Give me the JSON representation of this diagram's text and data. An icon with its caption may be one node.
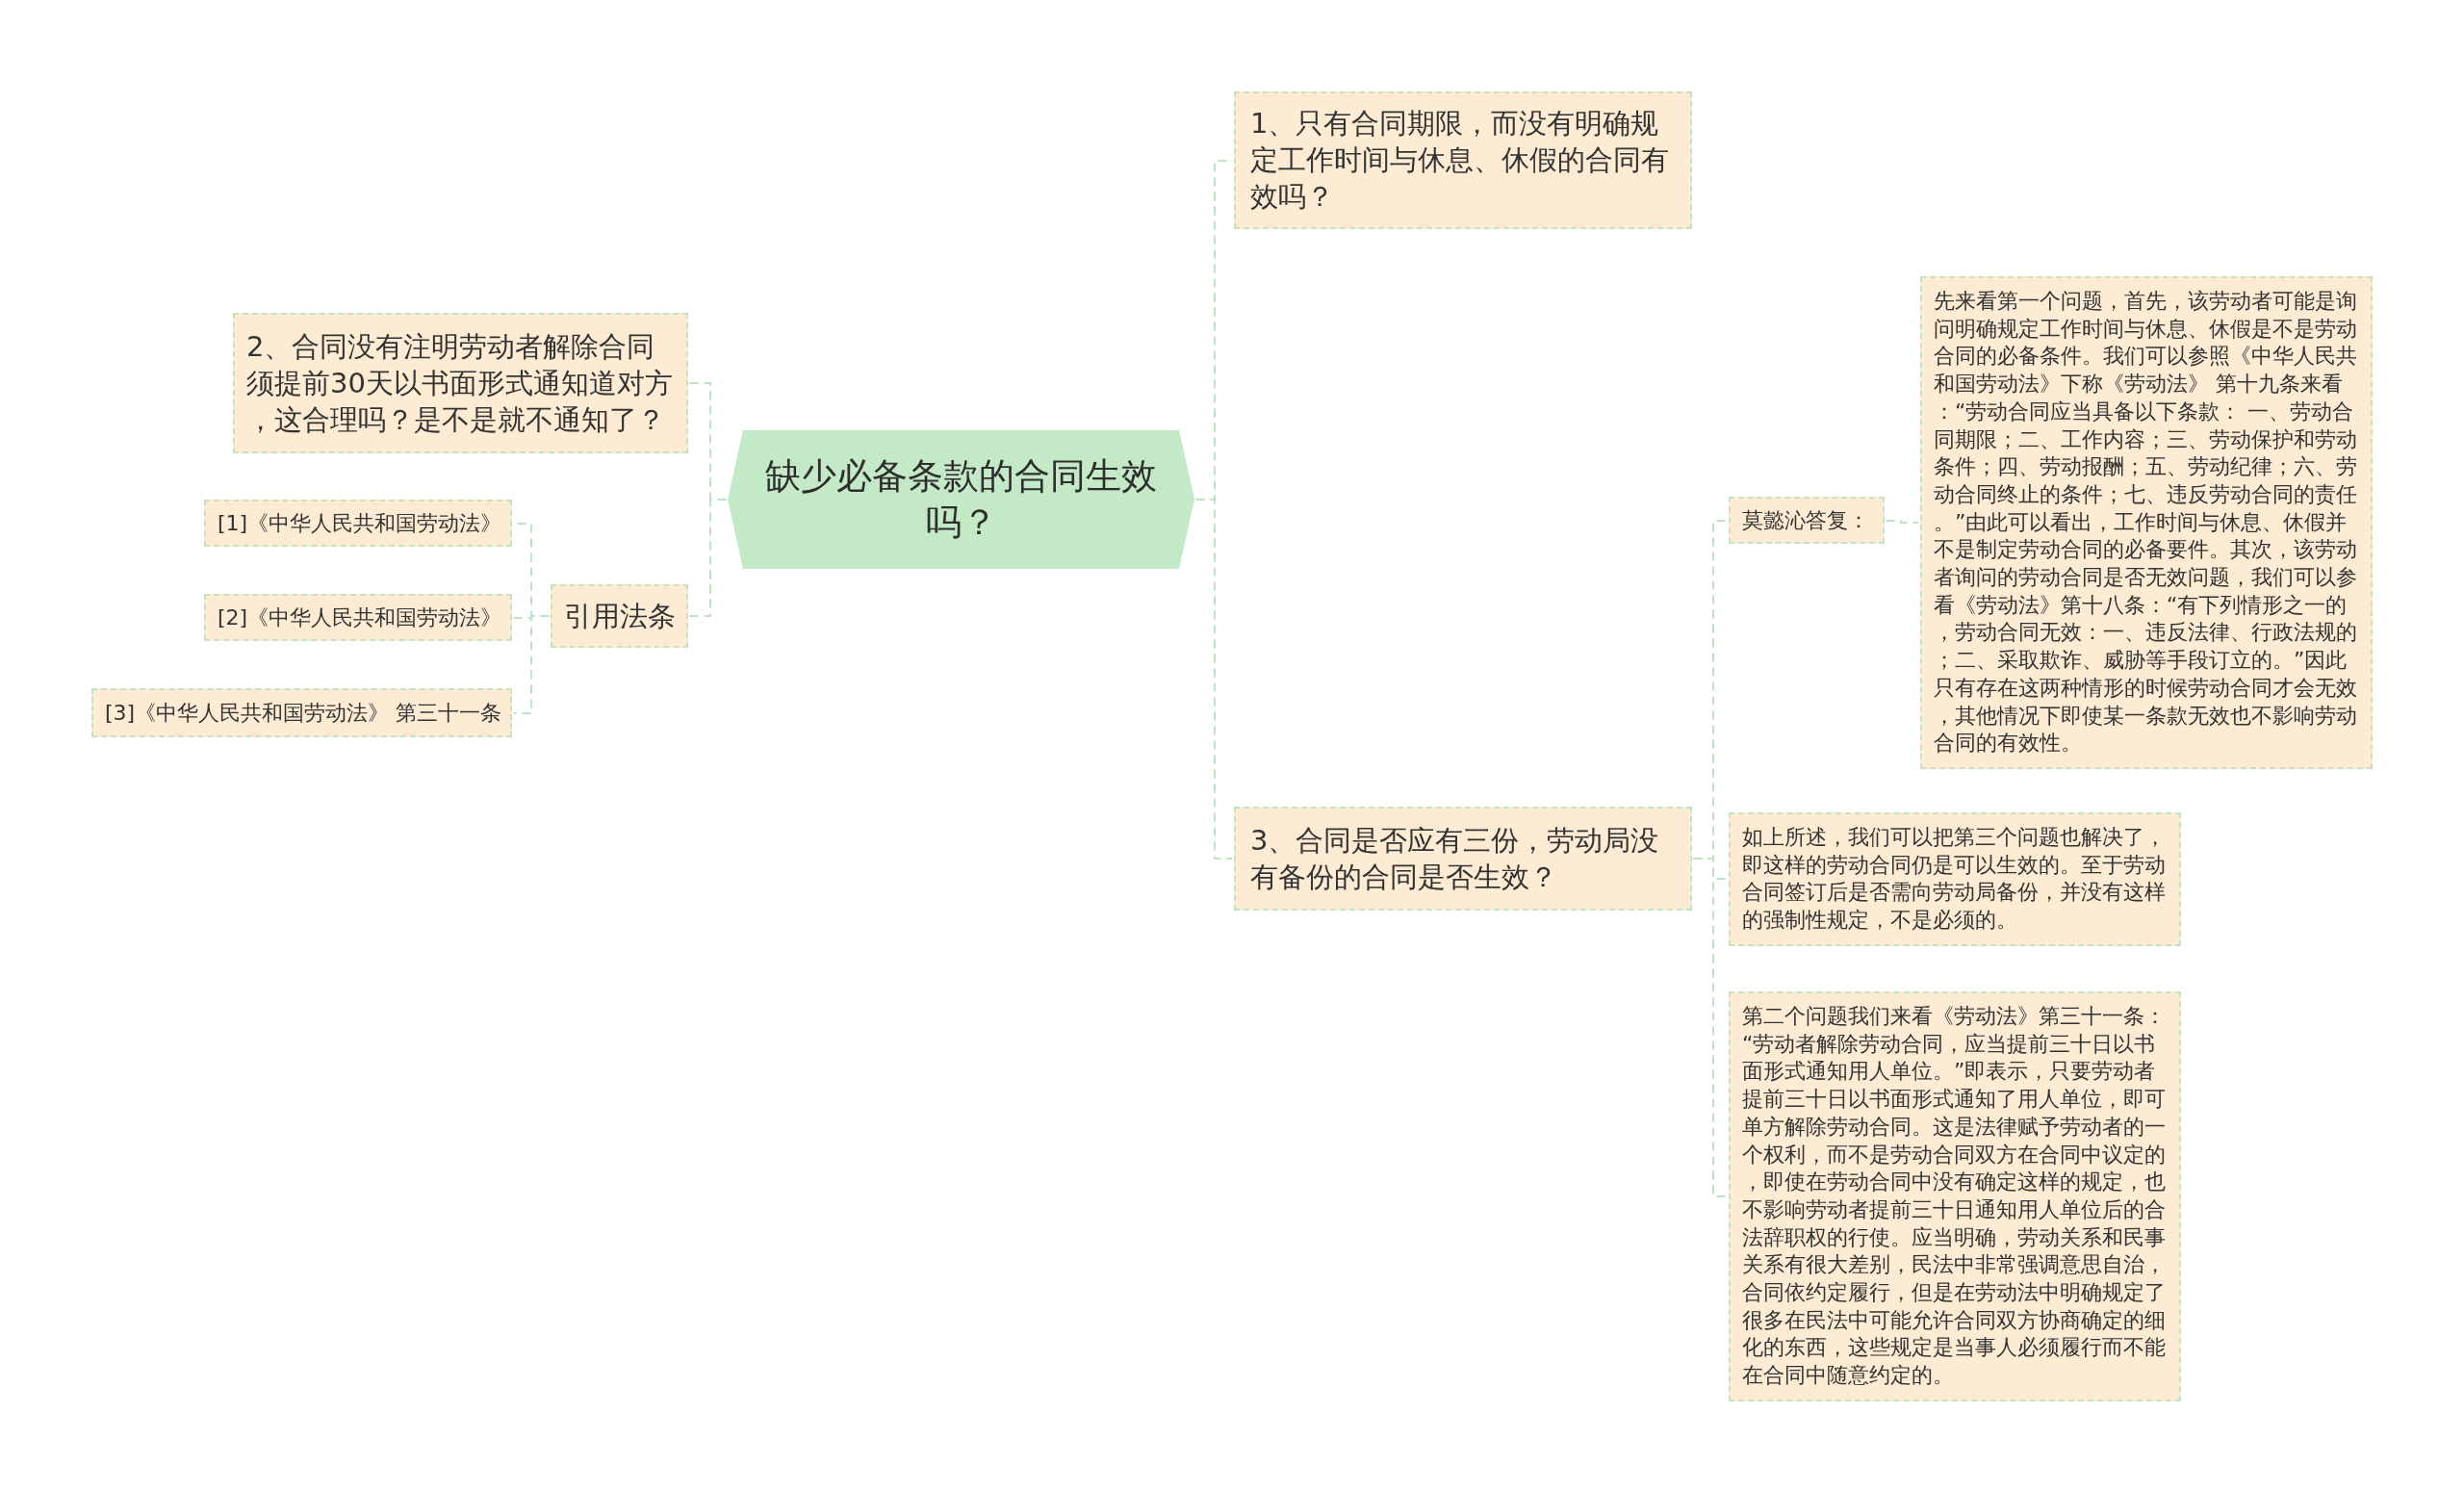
{
  "diagram": {
    "nodes": [
      {
        "text": [
          "缺少必备条款的合同生效吗？"
        ]
      },
      {
        "text": [
          "1、只有合同期限，而没有明确规定工作时间与休息、休假的合同有效吗？"
        ]
      },
      {
        "text": [
          "3、合同是否应有三份，劳动局没有备份的合同是否生效？"
        ]
      },
      {
        "text": [
          "莫懿沁答复："
        ]
      },
      {
        "text": [
          "先来看第一个问题，首先，该劳动者可能是询问明确规定工作时间与休息、休假是不是劳动合同的必备条件。我们可以参照《中华人民共和国劳动法》下称《劳动法》 第十九条来看：“劳动合同应当具备以下条款： 一、劳动合同期限；二、工作内容；三、劳动保护和劳动条件；四、劳动报酬；五、劳动纪律；六、劳动合同终止的条件；七、违反劳动合同的责任。”由此可以看出，工作时间与休息、休假并不是制定劳动合同的必备要件。其次，该劳动者询问的劳动合同是否无效问题，我们可以参看《劳动法》第十八条：“有下列情形之一的，劳动合同无效：一、违反法律、行政法规的；二、采取欺诈、威胁等手段订立的。”因此只有存在这两种情形的时候劳动合同才会无效，其他情况下即使某一条款无效也不影响劳动合同的有效性。"
        ]
      },
      {
        "text": [
          "如上所述，我们可以把第三个问题也解决了，即这样的劳动合同仍是可以生效的。至于劳动合同签订后是否需向劳动局备份，并没有这样的强制性规定，不是必须的。"
        ]
      },
      {
        "text": [
          "第二个问题我们来看《劳动法》第三十一条：“劳动者解除劳动合同，应当提前三十日以书面形式通知用人单位。”即表示，只要劳动者提前三十日以书面形式通知了用人单位，即可单方解除劳动合同。这是法律赋予劳动者的一个权利，而不是劳动合同双方在合同中议定的，即使在劳动合同中没有确定这样的规定，也不影响劳动者提前三十日通知用人单位后的合法辞职权的行使。应当明确，劳动关系和民事关系有很大差别，民法中非常强调意思自治，合同依约定履行，但是在劳动法中明确规定了很多在民法中可能允许合同双方协商确定的细化的东西，这些规定是当事人必须履行而不能在合同中随意约定的。"
        ]
      },
      {
        "text": [
          "2、合同没有注明劳动者解除合同须提前30天以书面形式通知道对方，这合理吗？是不是就不通知了？"
        ]
      },
      {
        "text": [
          "引用法条"
        ]
      },
      {
        "text": [
          "[1]《中华人民共和国劳动法》"
        ]
      },
      {
        "text": [
          "[2]《中华人民共和国劳动法》"
        ]
      },
      {
        "text": [
          "[3]《中华人民共和国劳动法》 第三十一条"
        ]
      }
    ],
    "edges": [
      {
        "from": 0,
        "to": 1,
        "arrow": "none"
      },
      {
        "from": 0,
        "to": 2,
        "arrow": "none"
      },
      {
        "from": 2,
        "to": 3,
        "arrow": "none"
      },
      {
        "from": 3,
        "to": 4,
        "arrow": "none"
      },
      {
        "from": 2,
        "to": 5,
        "arrow": "none"
      },
      {
        "from": 2,
        "to": 6,
        "arrow": "none"
      },
      {
        "from": 0,
        "to": 7,
        "arrow": "none"
      },
      {
        "from": 0,
        "to": 8,
        "arrow": "none"
      },
      {
        "from": 8,
        "to": 9,
        "arrow": "none"
      },
      {
        "from": 8,
        "to": 10,
        "arrow": "none"
      },
      {
        "from": 8,
        "to": 11,
        "arrow": "none"
      }
    ]
  }
}
